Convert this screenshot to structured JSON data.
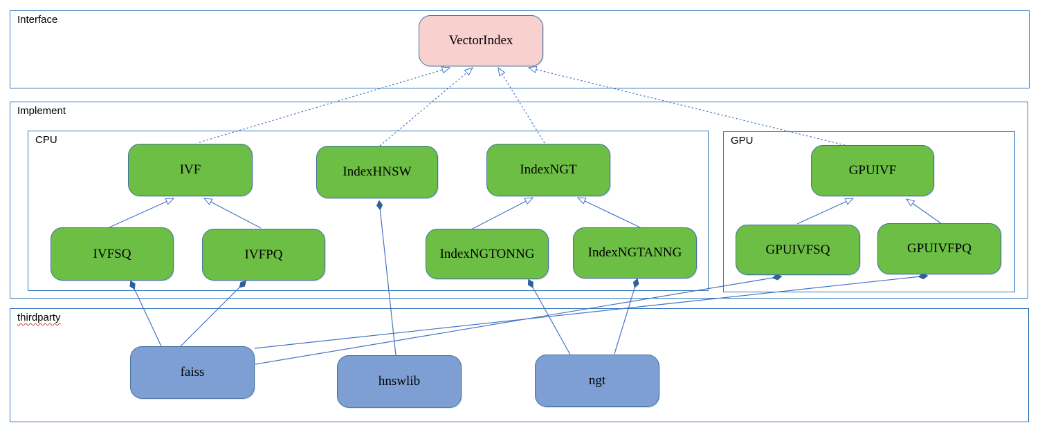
{
  "sections": {
    "interface": {
      "label": "Interface"
    },
    "implement": {
      "label": "Implement"
    },
    "cpu": {
      "label": "CPU"
    },
    "gpu": {
      "label": "GPU"
    },
    "thirdparty": {
      "label": "thirdparty"
    }
  },
  "nodes": {
    "vectorindex": {
      "label": "VectorIndex",
      "role": "interface"
    },
    "ivf": {
      "label": "IVF",
      "role": "cpu-class"
    },
    "indexhnsw": {
      "label": "IndexHNSW",
      "role": "cpu-class"
    },
    "indexngt": {
      "label": "IndexNGT",
      "role": "cpu-class"
    },
    "ivfsq": {
      "label": "IVFSQ",
      "role": "cpu-class"
    },
    "ivfpq": {
      "label": "IVFPQ",
      "role": "cpu-class"
    },
    "indexngtonng": {
      "label": "IndexNGTONNG",
      "role": "cpu-class"
    },
    "indexngtanng": {
      "label": "IndexNGTANNG",
      "role": "cpu-class"
    },
    "gpuivf": {
      "label": "GPUIVF",
      "role": "gpu-class"
    },
    "gpuivfsq": {
      "label": "GPUIVFSQ",
      "role": "gpu-class"
    },
    "gpuivfpq": {
      "label": "GPUIVFPQ",
      "role": "gpu-class"
    },
    "faiss": {
      "label": "faiss",
      "role": "thirdparty-lib"
    },
    "hnswlib": {
      "label": "hnswlib",
      "role": "thirdparty-lib"
    },
    "ngt": {
      "label": "ngt",
      "role": "thirdparty-lib"
    }
  },
  "edges": [
    {
      "from": "ivf",
      "to": "vectorindex",
      "type": "realization-dashed-hollow-arrow"
    },
    {
      "from": "indexhnsw",
      "to": "vectorindex",
      "type": "realization-dashed-hollow-arrow"
    },
    {
      "from": "indexngt",
      "to": "vectorindex",
      "type": "realization-dashed-hollow-arrow"
    },
    {
      "from": "gpuivf",
      "to": "vectorindex",
      "type": "realization-dashed-hollow-arrow"
    },
    {
      "from": "ivfsq",
      "to": "ivf",
      "type": "generalization-hollow-arrow"
    },
    {
      "from": "ivfpq",
      "to": "ivf",
      "type": "generalization-hollow-arrow"
    },
    {
      "from": "indexngtonng",
      "to": "indexngt",
      "type": "generalization-hollow-arrow"
    },
    {
      "from": "indexngtanng",
      "to": "indexngt",
      "type": "generalization-hollow-arrow"
    },
    {
      "from": "gpuivfsq",
      "to": "gpuivf",
      "type": "generalization-hollow-arrow"
    },
    {
      "from": "gpuivfpq",
      "to": "gpuivf",
      "type": "generalization-hollow-arrow"
    },
    {
      "from": "hnswlib",
      "to": "indexhnsw",
      "type": "composition-diamond"
    },
    {
      "from": "faiss",
      "to": "ivfsq",
      "type": "composition-diamond"
    },
    {
      "from": "faiss",
      "to": "ivfpq",
      "type": "composition-diamond"
    },
    {
      "from": "ngt",
      "to": "indexngtonng",
      "type": "composition-diamond"
    },
    {
      "from": "ngt",
      "to": "indexngtanng",
      "type": "composition-diamond"
    },
    {
      "from": "faiss",
      "to": "gpuivfsq",
      "type": "composition-diamond"
    },
    {
      "from": "faiss",
      "to": "gpuivfpq",
      "type": "composition-diamond"
    }
  ],
  "colors": {
    "interface_fill": "#f8d0ce",
    "class_fill": "#6cbe45",
    "thirdparty_fill": "#7d9fd3",
    "connector_line": "#4472c4",
    "section_border": "#2e74b5",
    "node_border": "#41719c",
    "diamond_fill": "#2e5f9e",
    "spellcheck_underline": "#d03a2b",
    "text": "#000000"
  }
}
